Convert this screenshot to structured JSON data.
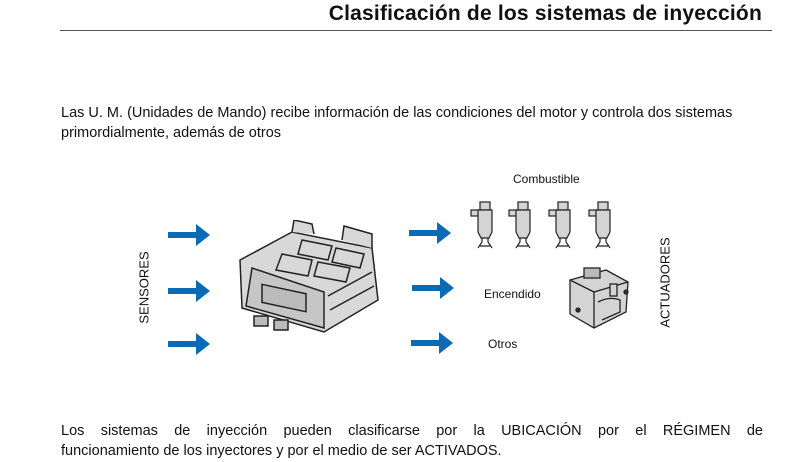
{
  "title": "Clasificación de los sistemas de inyección",
  "intro": "Las U. M. (Unidades de Mando) recibe información de las condiciones del motor y controla dos sistemas primordialmente, además de otros",
  "diagram": {
    "left_label": "SENSORES",
    "right_label": "ACTUADORES",
    "outputs": [
      "Combustible",
      "Encendido",
      "Otros"
    ],
    "arrow_color": "#0a6ab8"
  },
  "closing": {
    "line1": "Los sistemas de inyección pueden clasificarse por la UBICACIÓN por el RÉGIMEN de",
    "line2": "funcionamiento de los inyectores y por el medio de ser ACTIVADOS."
  }
}
